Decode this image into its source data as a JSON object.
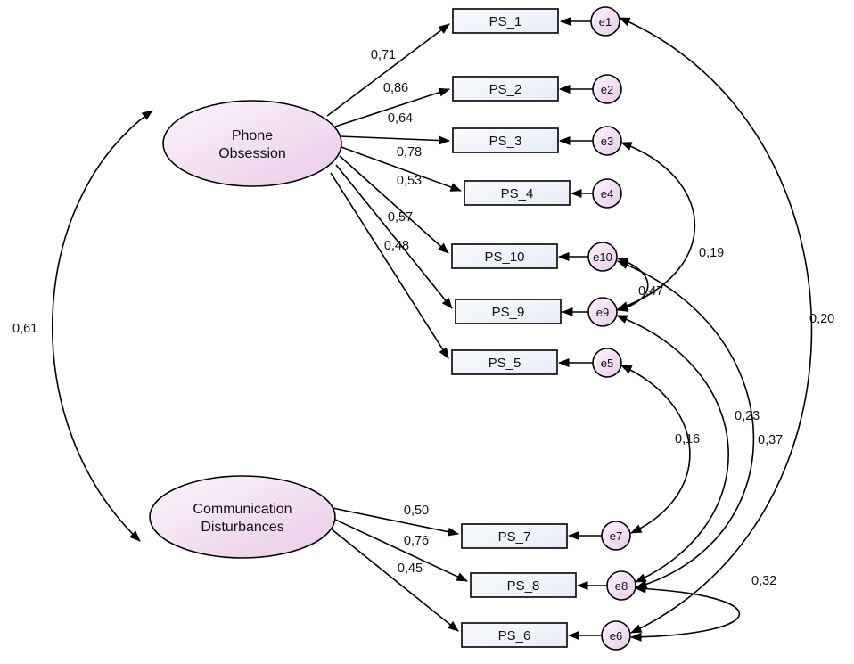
{
  "factors": {
    "phone": {
      "line1": "Phone",
      "line2": "Obsession"
    },
    "comm": {
      "line1": "Communication",
      "line2": "Disturbances"
    }
  },
  "indicators": {
    "ps1": "PS_1",
    "ps2": "PS_2",
    "ps3": "PS_3",
    "ps4": "PS_4",
    "ps10": "PS_10",
    "ps9": "PS_9",
    "ps5": "PS_5",
    "ps7": "PS_7",
    "ps8": "PS_8",
    "ps6": "PS_6"
  },
  "errors": {
    "e1": "e1",
    "e2": "e2",
    "e3": "e3",
    "e4": "e4",
    "e10": "e10",
    "e9": "e9",
    "e5": "e5",
    "e7": "e7",
    "e8": "e8",
    "e6": "e6"
  },
  "loadings": {
    "ps1": "0,71",
    "ps2": "0,86",
    "ps3": "0,64",
    "ps4": "0,78",
    "ps10": "0,53",
    "ps9": "0,57",
    "ps5": "0,48",
    "ps7": "0,50",
    "ps8": "0,76",
    "ps6": "0,45"
  },
  "covariances": {
    "factor_factor": "0,61",
    "e1_e6": "0,20",
    "e3_e9": "0,19",
    "e10_e9": "0,47",
    "e5_e7": "0,16",
    "e9_e8": "0,23",
    "e10_e8": "0,37",
    "e8_e6": "0,32"
  },
  "colors": {
    "node_fill_light": "#fdf4fd",
    "node_fill_dark": "#e8cbe7",
    "rect_fill_light": "#fafbfe",
    "rect_fill_dark": "#e7ebf6",
    "stroke": "#000000"
  }
}
